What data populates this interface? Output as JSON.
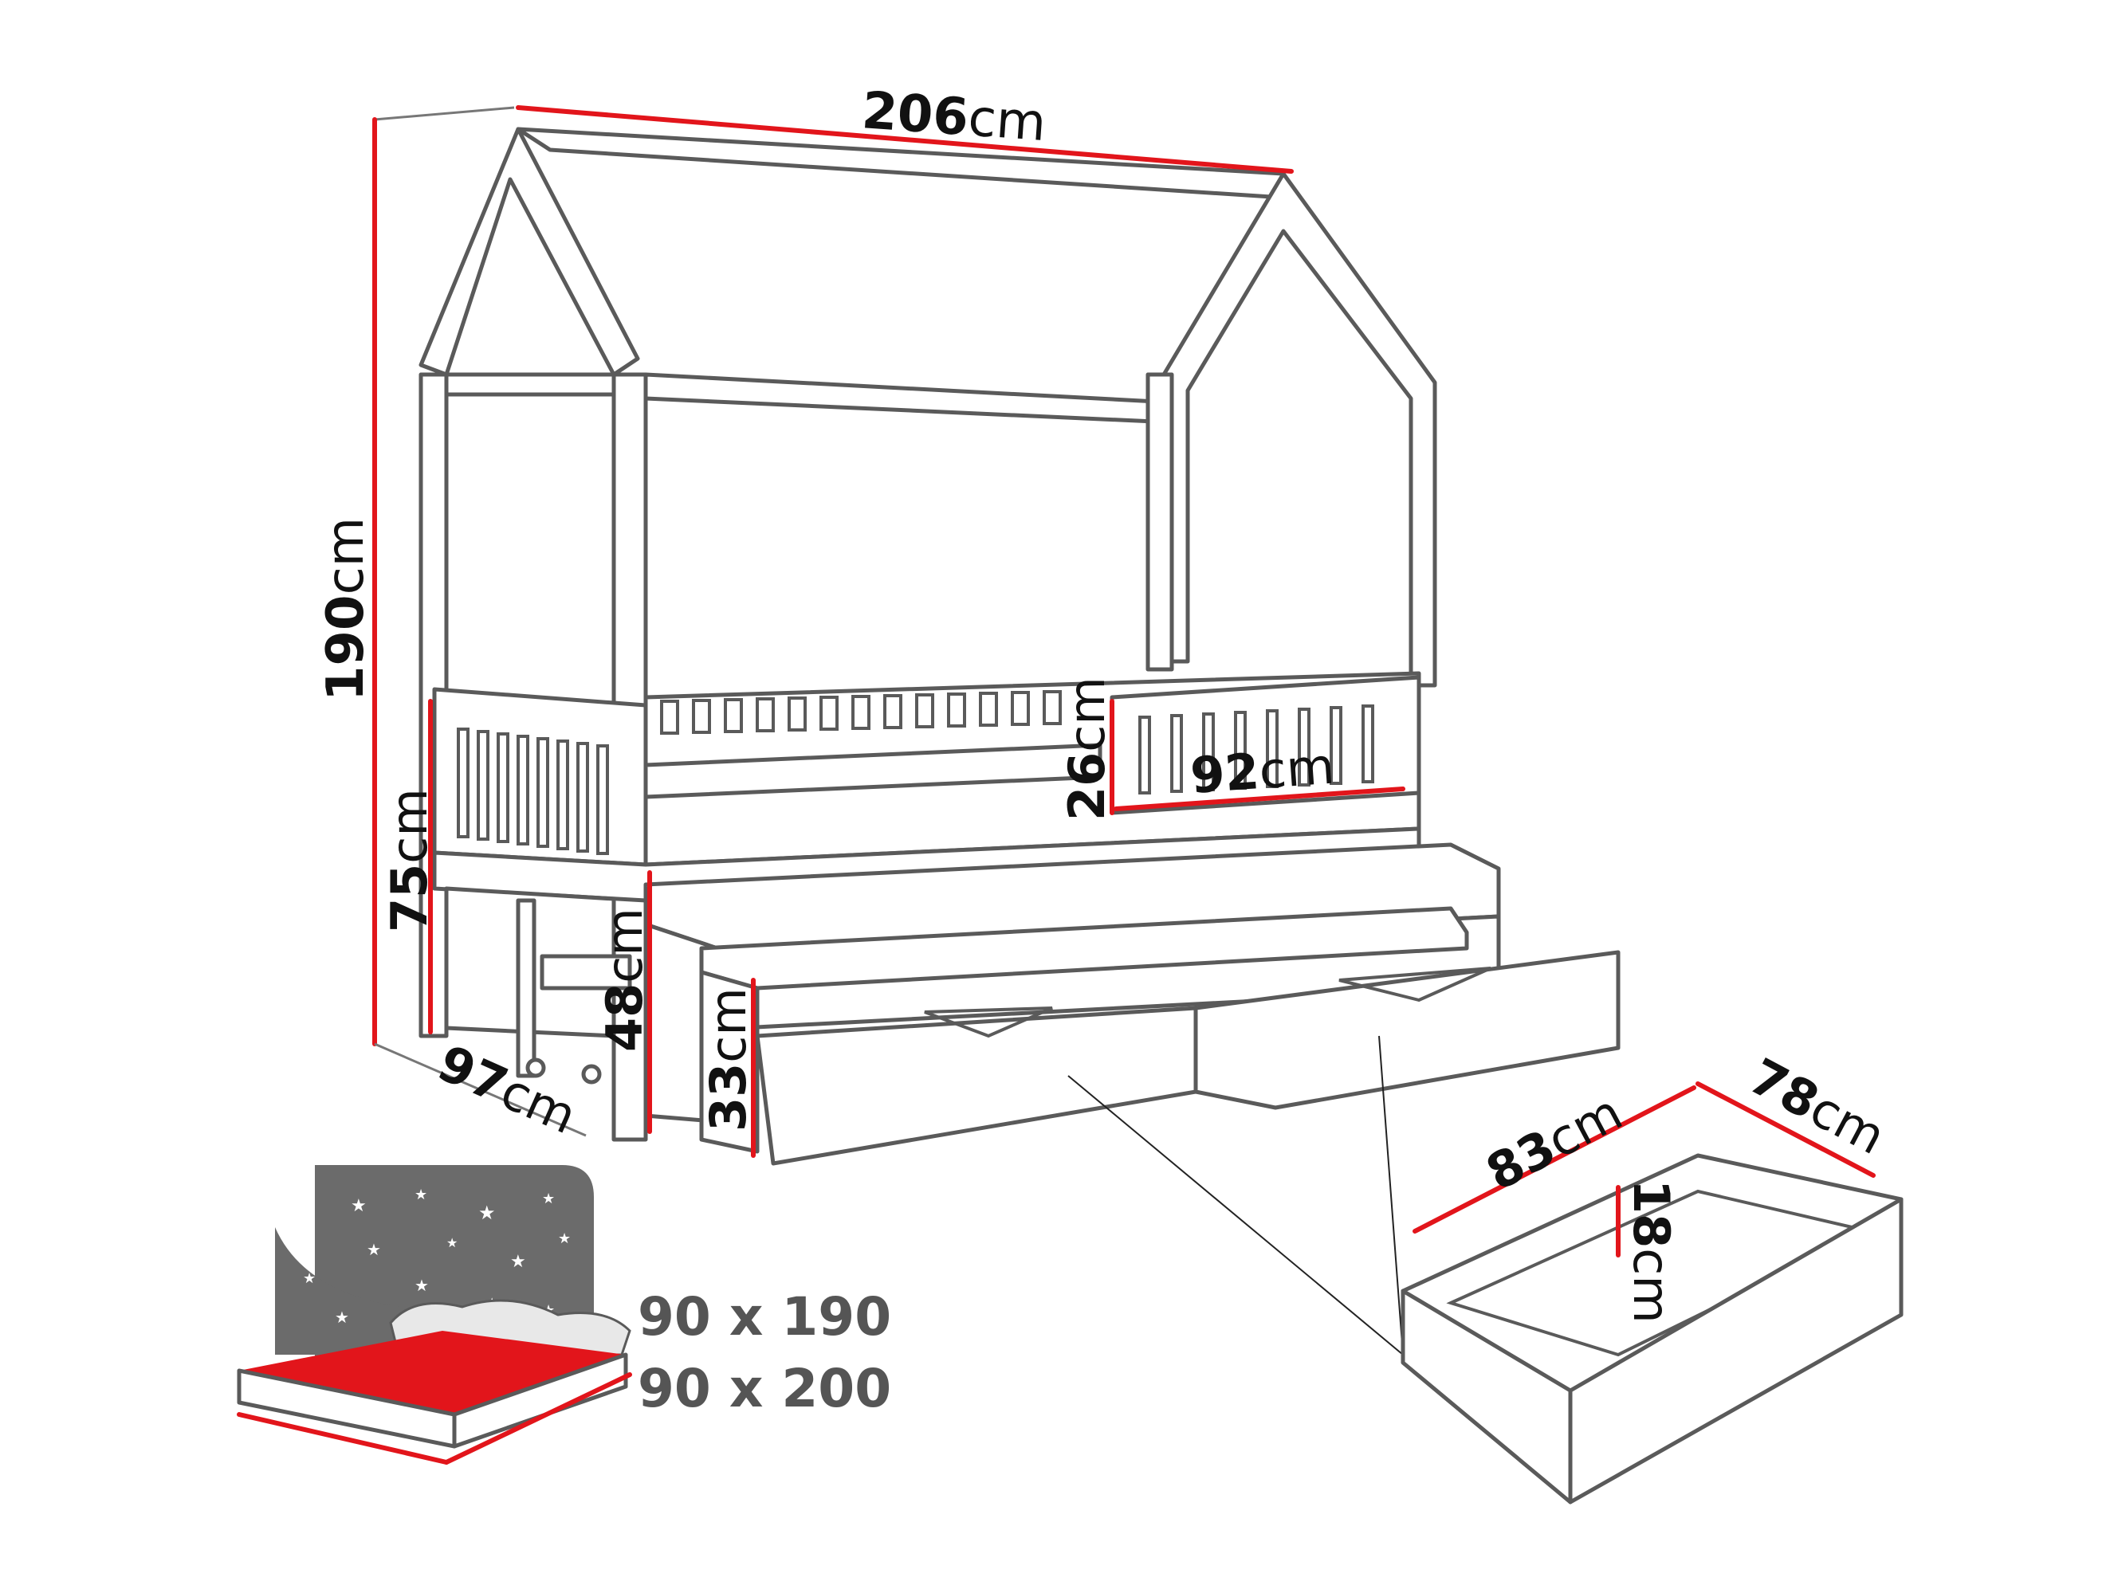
{
  "dimensions": {
    "length": {
      "value": "206",
      "unit": "cm"
    },
    "height": {
      "value": "190",
      "unit": "cm"
    },
    "rail_height": {
      "value": "75",
      "unit": "cm"
    },
    "bed_depth": {
      "value": "97",
      "unit": "cm"
    },
    "lower_bed_height": {
      "value": "48",
      "unit": "cm"
    },
    "drawer_bed_height": {
      "value": "33",
      "unit": "cm"
    },
    "guard_height": {
      "value": "26",
      "unit": "cm"
    },
    "guard_length": {
      "value": "92",
      "unit": "cm"
    },
    "drawer_depth": {
      "value": "83",
      "unit": "cm"
    },
    "drawer_width": {
      "value": "78",
      "unit": "cm"
    },
    "drawer_height": {
      "value": "18",
      "unit": "cm"
    }
  },
  "mattress_sizes": [
    "90 x 190",
    "90 x 200"
  ],
  "colors": {
    "accent_red": "#e2151b",
    "outline_gray": "#5a5a5a",
    "night_sky": "#6b6b6b"
  }
}
